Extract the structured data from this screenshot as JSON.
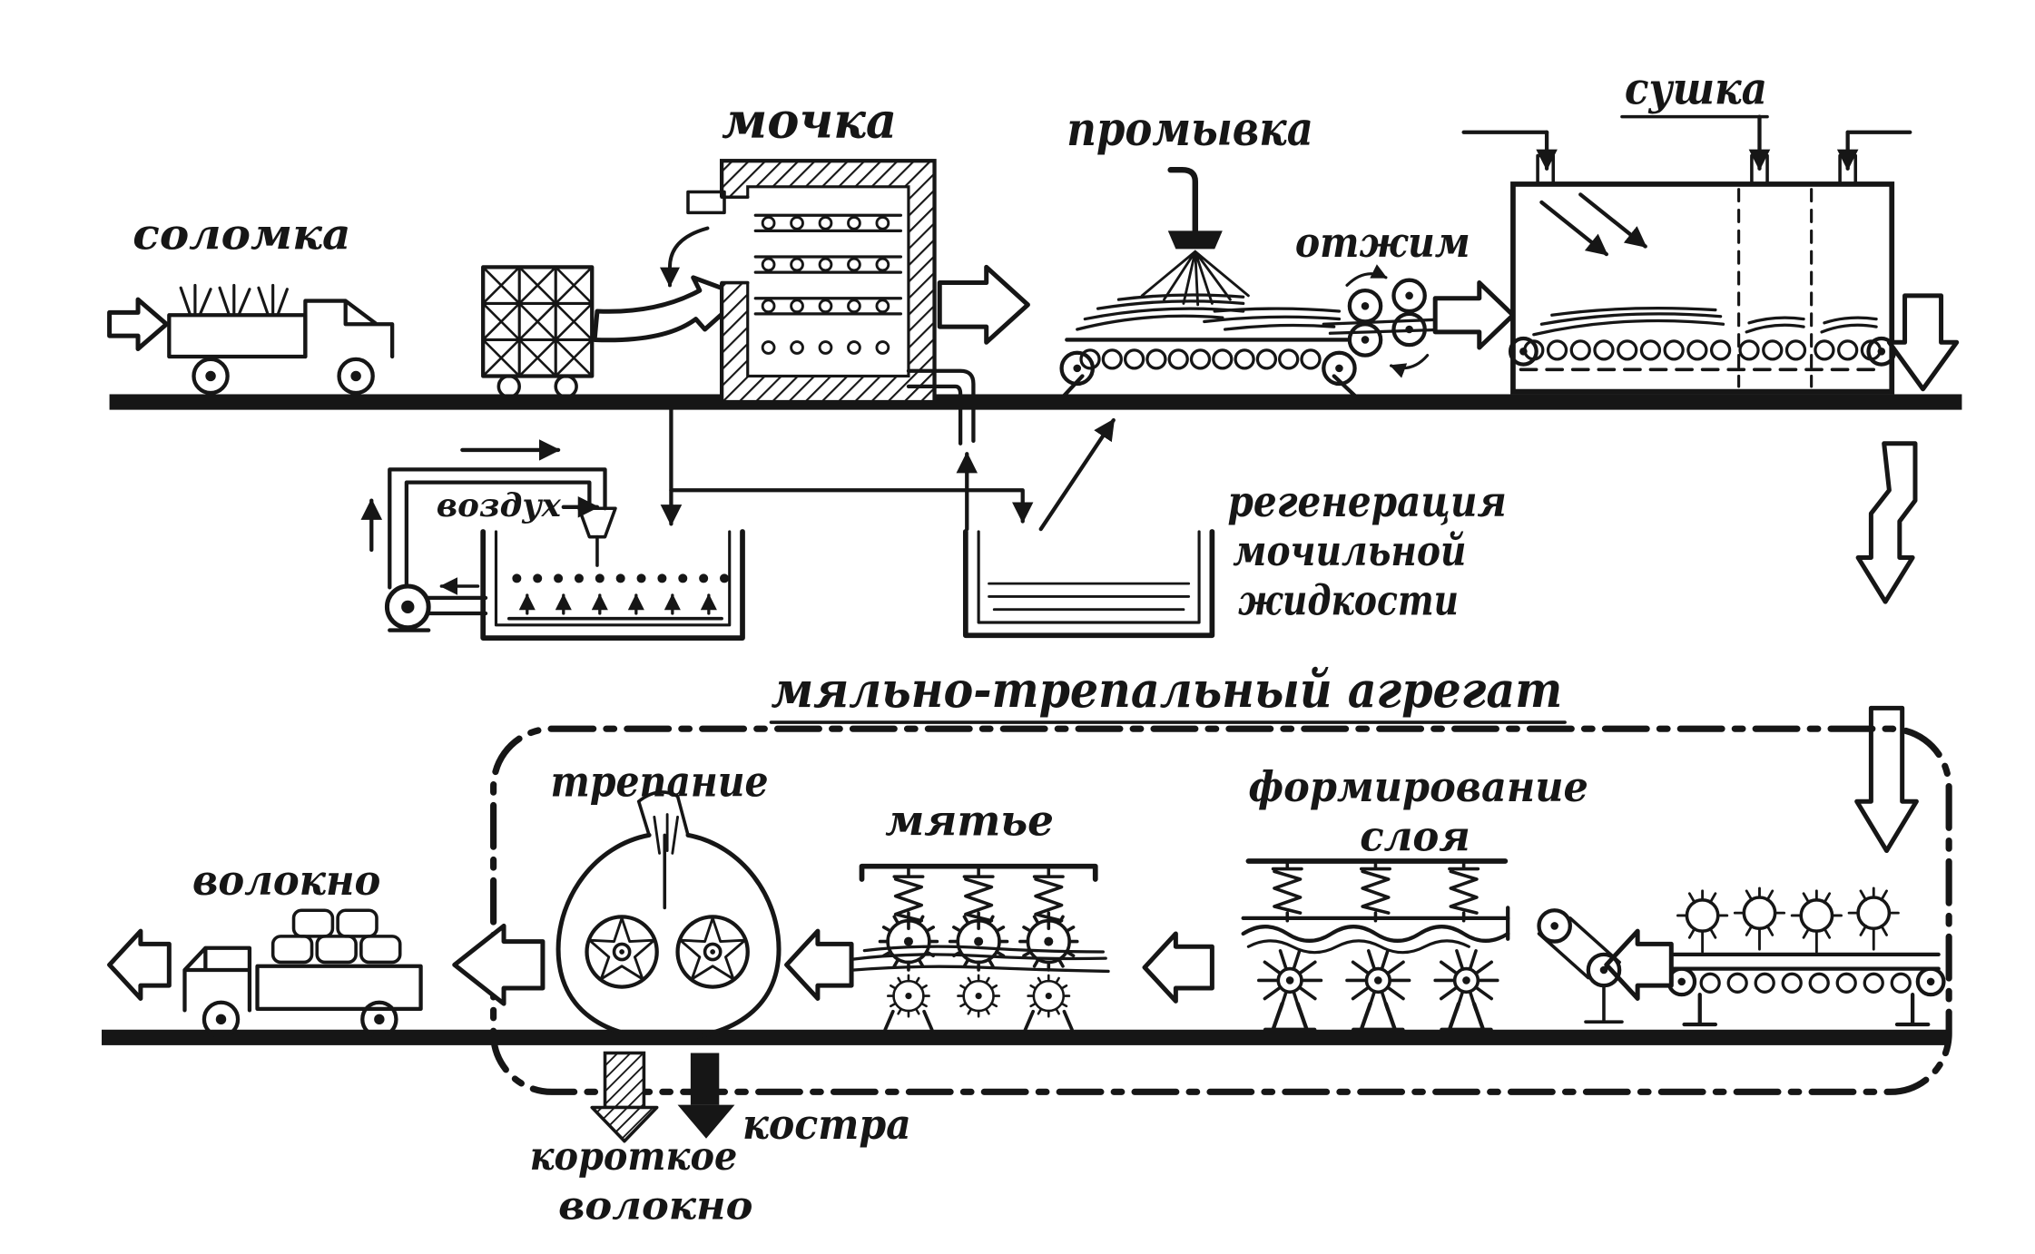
{
  "colors": {
    "ink": "#161616",
    "paper": "#ffffff"
  },
  "labels": {
    "input": "соломка",
    "retting": "мочка",
    "washing": "промывка",
    "wringing": "отжим",
    "drying": "сушка",
    "air": "воздух",
    "regeneration": [
      "регенерация",
      "мочильной",
      "жидкости"
    ],
    "unit_title": "мяльно-трепальный агрегат",
    "scutching": "трепание",
    "breaking": "мятье",
    "layer_forming": [
      "формирование",
      "слоя"
    ],
    "fiber": "волокно",
    "short_fiber": [
      "короткое",
      "волокно"
    ],
    "shive": "костра"
  }
}
